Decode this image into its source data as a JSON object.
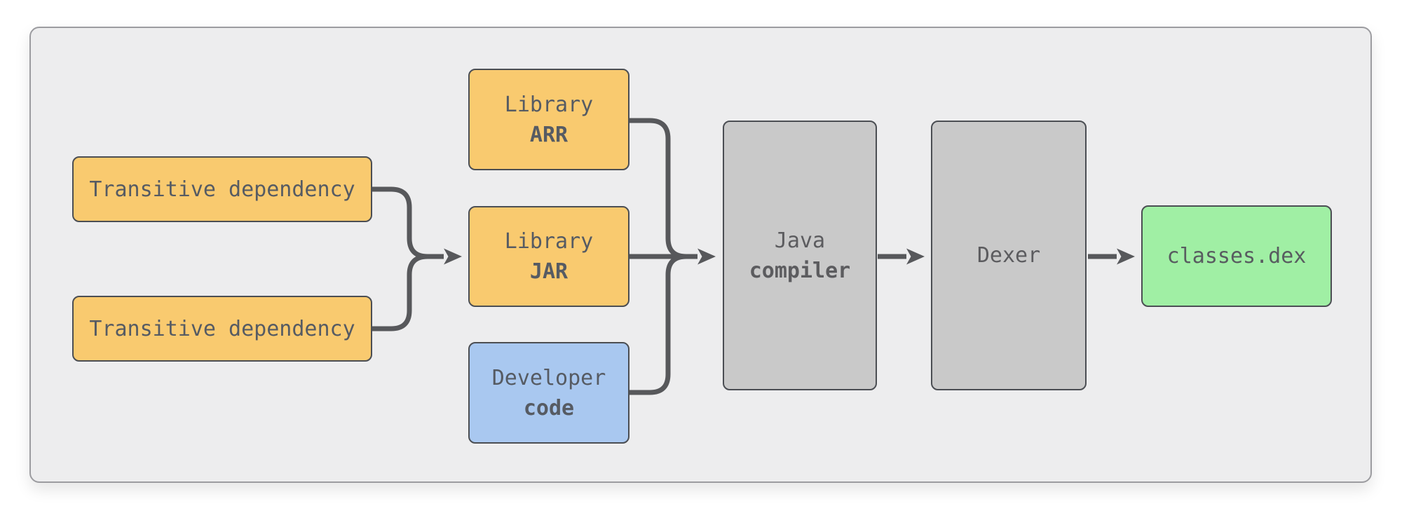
{
  "diagram": {
    "nodes": {
      "transitive_dep_1": {
        "label": "Transitive dependency",
        "type": "dependency"
      },
      "transitive_dep_2": {
        "label": "Transitive dependency",
        "type": "dependency"
      },
      "library_arr": {
        "line1": "Library",
        "line2": "ARR",
        "type": "dependency"
      },
      "library_jar": {
        "line1": "Library",
        "line2": "JAR",
        "type": "dependency"
      },
      "developer_code": {
        "line1": "Developer",
        "line2": "code",
        "type": "source"
      },
      "java_compiler": {
        "line1": "Java",
        "line2": "compiler",
        "type": "process"
      },
      "dexer": {
        "label": "Dexer",
        "type": "process"
      },
      "classes_dex": {
        "label": "classes.dex",
        "type": "output"
      }
    },
    "edges": [
      {
        "from": "transitive_dep_1",
        "to": "library_jar"
      },
      {
        "from": "transitive_dep_2",
        "to": "library_jar"
      },
      {
        "from": "library_arr",
        "to": "java_compiler"
      },
      {
        "from": "library_jar",
        "to": "java_compiler"
      },
      {
        "from": "developer_code",
        "to": "java_compiler"
      },
      {
        "from": "java_compiler",
        "to": "dexer"
      },
      {
        "from": "dexer",
        "to": "classes_dex"
      }
    ],
    "colors": {
      "page_bg": "#ffffff",
      "panel_bg": "#ededee",
      "panel_border": "#9c9ca0",
      "dependency_fill": "#f9ca6f",
      "source_fill": "#a9c8f0",
      "process_fill": "#c9c9c9",
      "output_fill": "#a0efa4",
      "node_border": "#4b4e53",
      "link": "#57585b",
      "text": "#565b63"
    }
  }
}
